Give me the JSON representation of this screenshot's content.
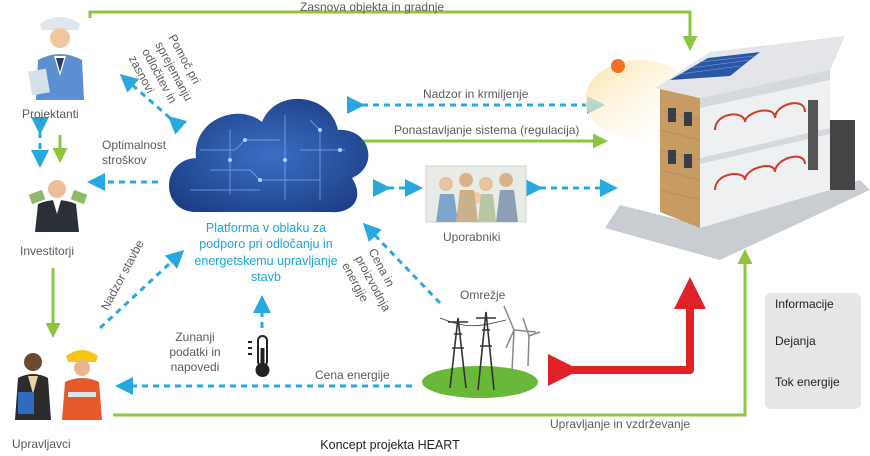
{
  "actors": {
    "projektanti": "Projektanti",
    "investitorji": "Investitorji",
    "upravljavci": "Upravljavci",
    "uporabniki": "Uporabniki",
    "omrezje": "Omrežje"
  },
  "cloud": {
    "text": "Platforma v oblaku za podporo pri odločanju in energetskemu upravljanje stavb"
  },
  "flows": {
    "zasnova": "Zasnova objekta in gradnje",
    "nadzor_krmiljenje": "Nadzor in krmiljenje",
    "ponastavljanje": "Ponastavljanje sistema (regulacija)",
    "pomoc_odlocitev": "Pomoč pri sprejemanju odločitev in zasnovi",
    "optimalnost": "Optimalnost stroškov",
    "nadzor_stavbe": "Nadzor stavbe",
    "cena_proizvodnja": "Cena in proizvodnja energije",
    "zunanji_podatki": "Zunanji podatki in napovedi",
    "cena_energije": "Cena energije",
    "upravljanje": "Upravljanje in vzdrževanje"
  },
  "legend": {
    "informacije": "Informacije",
    "dejanja": "Dejanja",
    "tok_energije": "Tok energije"
  },
  "caption": "Koncept projekta HEART",
  "colors": {
    "information": "#29a8e0",
    "action": "#8cc63f",
    "energy": "#e02127",
    "cloud": "#2a58a8"
  },
  "icons": [
    "engineer-person",
    "investor-person",
    "manager-persons",
    "family-group",
    "cloud-circuit",
    "thermometer-icon",
    "power-grid",
    "wind-turbine",
    "house-cutaway",
    "sun-icon"
  ]
}
